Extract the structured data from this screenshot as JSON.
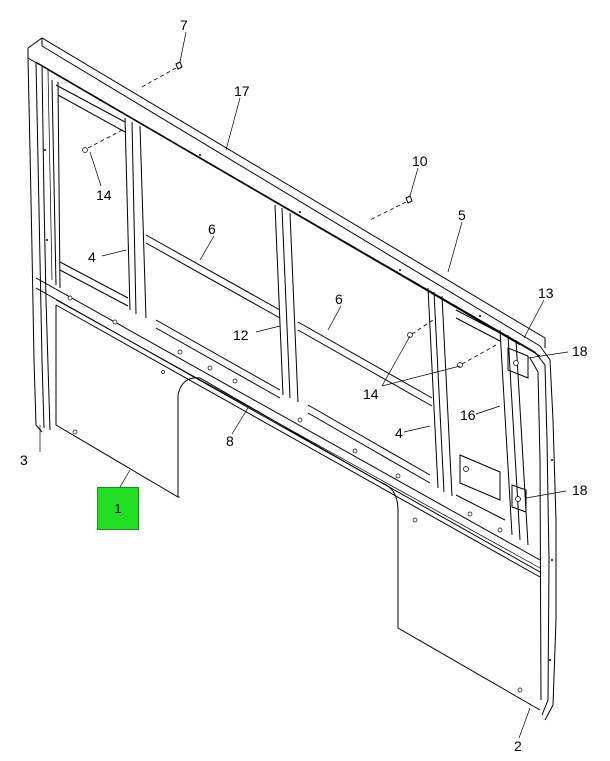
{
  "callouts": {
    "c1": "1",
    "c2": "2",
    "c3": "3",
    "c4a": "4",
    "c4b": "4",
    "c5": "5",
    "c6a": "6",
    "c6b": "6",
    "c7": "7",
    "c8": "8",
    "c10": "10",
    "c12": "12",
    "c13": "13",
    "c14a": "14",
    "c14b": "14",
    "c16": "16",
    "c17": "17",
    "c18a": "18",
    "c18b": "18"
  },
  "colors": {
    "highlight": "#22dd22",
    "line": "#000000",
    "background": "#ffffff"
  }
}
